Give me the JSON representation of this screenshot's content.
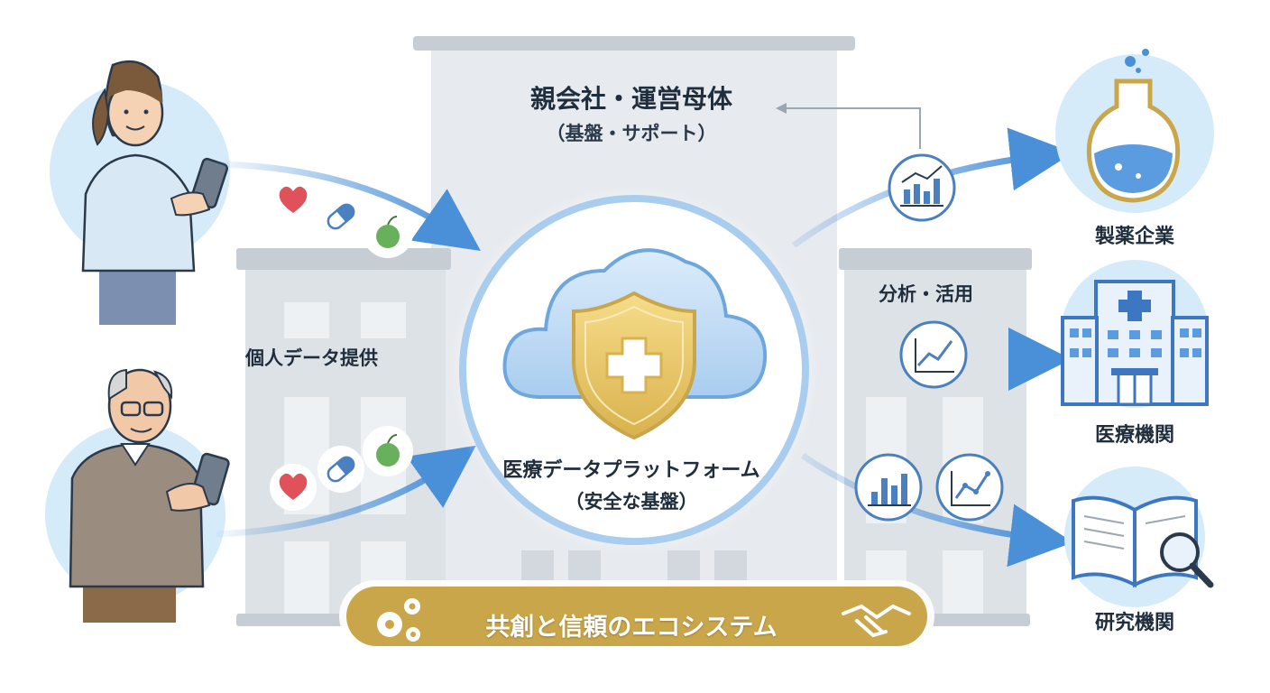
{
  "parent": {
    "title": "親会社・運営母体",
    "subtitle": "（基盤・サポート）"
  },
  "personal_data": {
    "label": "個人データ提供"
  },
  "analysis": {
    "label": "分析・活用"
  },
  "platform": {
    "title": "医療データプラットフォーム",
    "subtitle": "（安全な基盤）"
  },
  "organizations": [
    {
      "label": "製薬企業",
      "icon": "flask-icon"
    },
    {
      "label": "医療機関",
      "icon": "hospital-icon"
    },
    {
      "label": "研究機関",
      "icon": "book-magnifier-icon"
    }
  ],
  "banner": {
    "label": "共創と信頼のエコシステム",
    "icons": [
      "gears-icon",
      "handshake-icon"
    ]
  },
  "colors": {
    "primary_blue": "#4a90d9",
    "light_blue": "#cfe6f7",
    "building_gray": "#e3e7ec",
    "gold": "#c9a649",
    "text_dark": "#1f2d3d"
  }
}
